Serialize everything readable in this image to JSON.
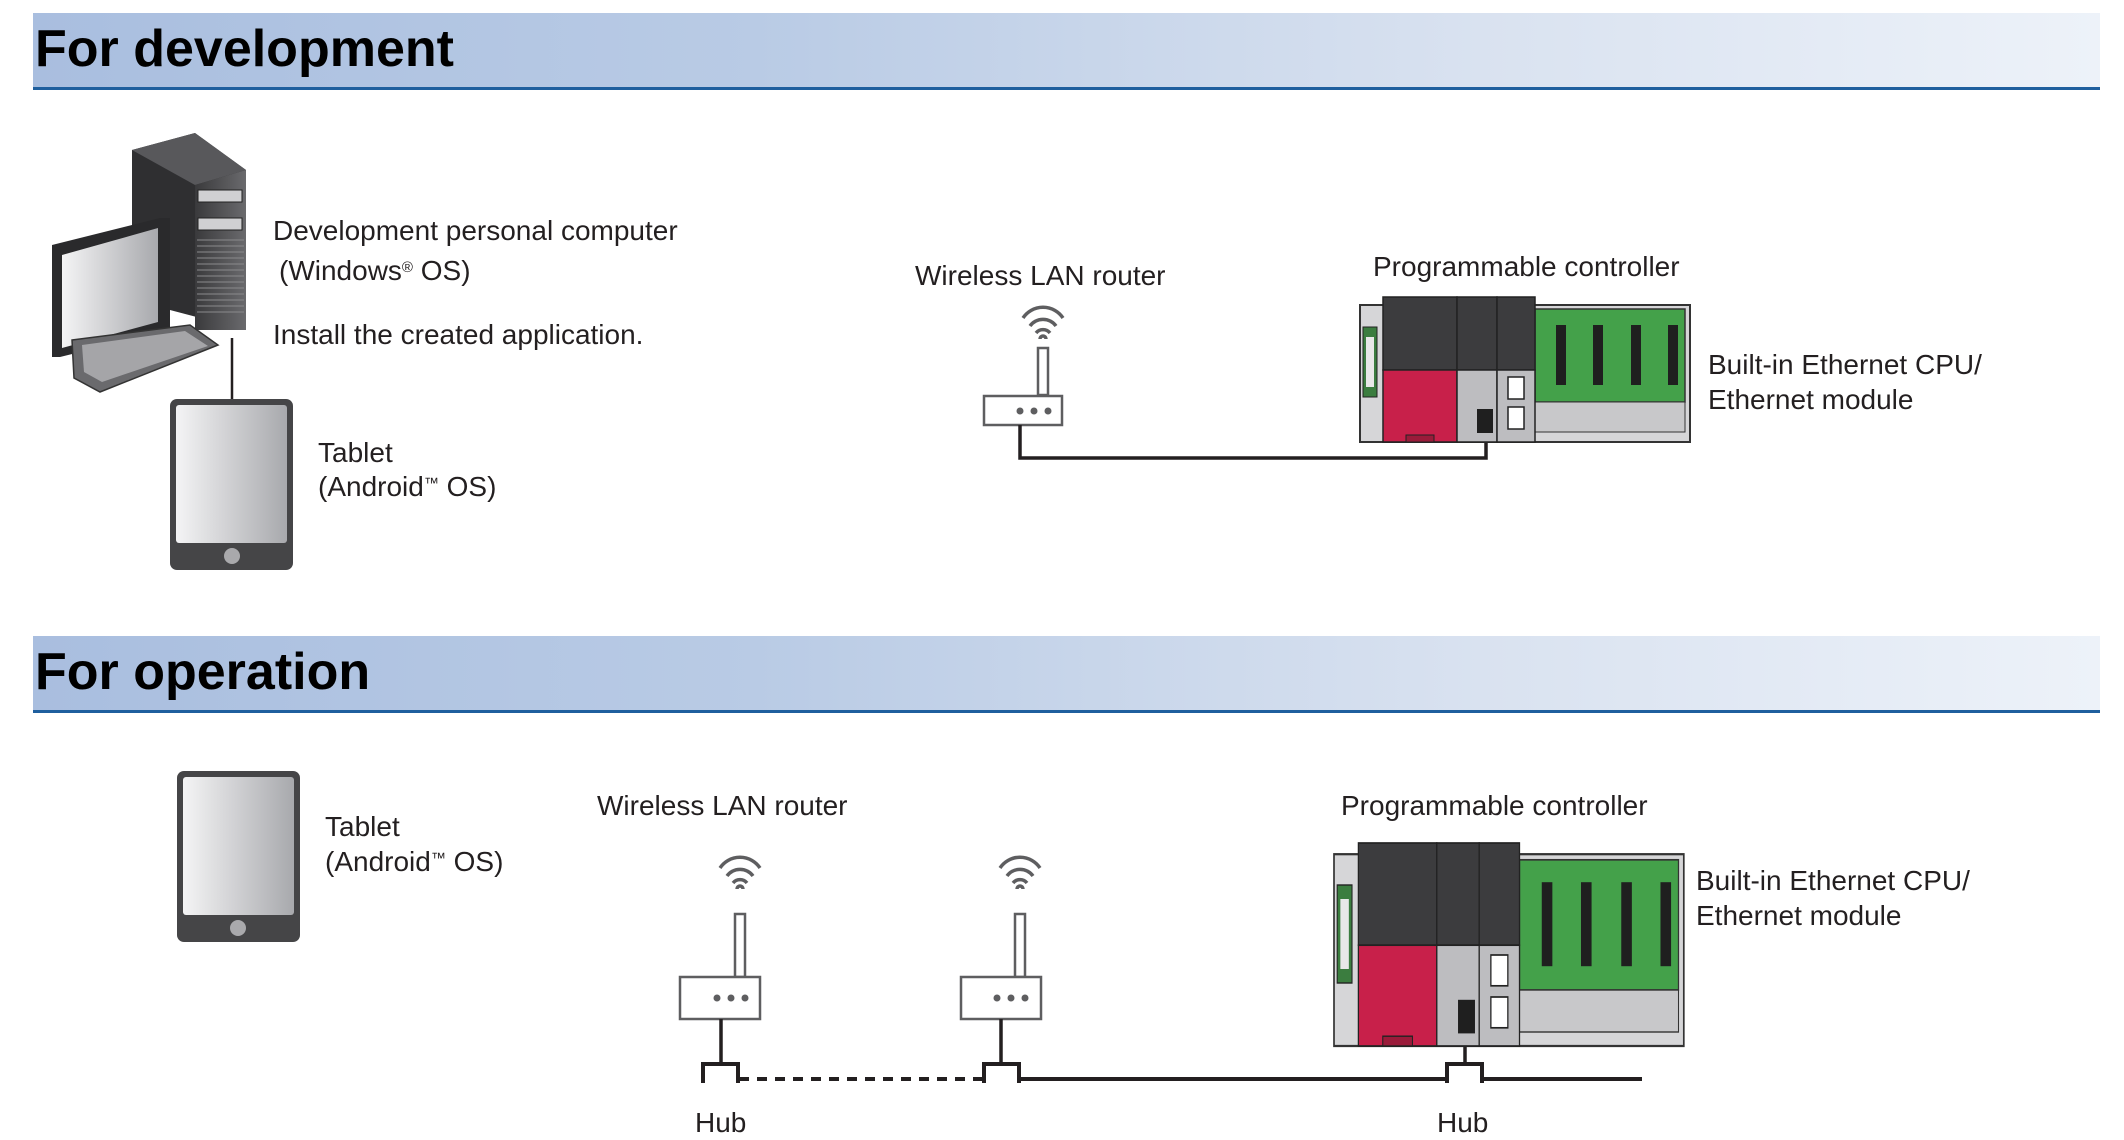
{
  "sections": {
    "development": {
      "title": "For development",
      "pc": {
        "line1": "Development personal computer",
        "line2_pre": "(Windows",
        "line2_sup": "®",
        "line2_post": " OS)"
      },
      "install_note": "Install the created application.",
      "tablet": {
        "line1": "Tablet",
        "line2_pre": "(Android",
        "line2_sup": "™",
        "line2_post": " OS)"
      },
      "router_label": "Wireless LAN router",
      "plc_label": "Programmable controller",
      "module_label": {
        "line1": "Built-in Ethernet CPU/",
        "line2": "Ethernet module"
      }
    },
    "operation": {
      "title": "For operation",
      "tablet": {
        "line1": "Tablet",
        "line2_pre": "(Android",
        "line2_sup": "™",
        "line2_post": " OS)"
      },
      "router_label": "Wireless LAN router",
      "plc_label": "Programmable controller",
      "module_label": {
        "line1": "Built-in Ethernet CPU/",
        "line2": "Ethernet module"
      },
      "hub_labels": [
        "Hub",
        "Hub"
      ]
    }
  },
  "colors": {
    "band_start": "#a9bedf",
    "band_end": "#edf2f9",
    "band_rule": "#1f5f9e",
    "plc_red": "#c8204a",
    "plc_green": "#44a14a",
    "plc_dark": "#3c3c3e",
    "device_dark": "#4a4a4c"
  }
}
